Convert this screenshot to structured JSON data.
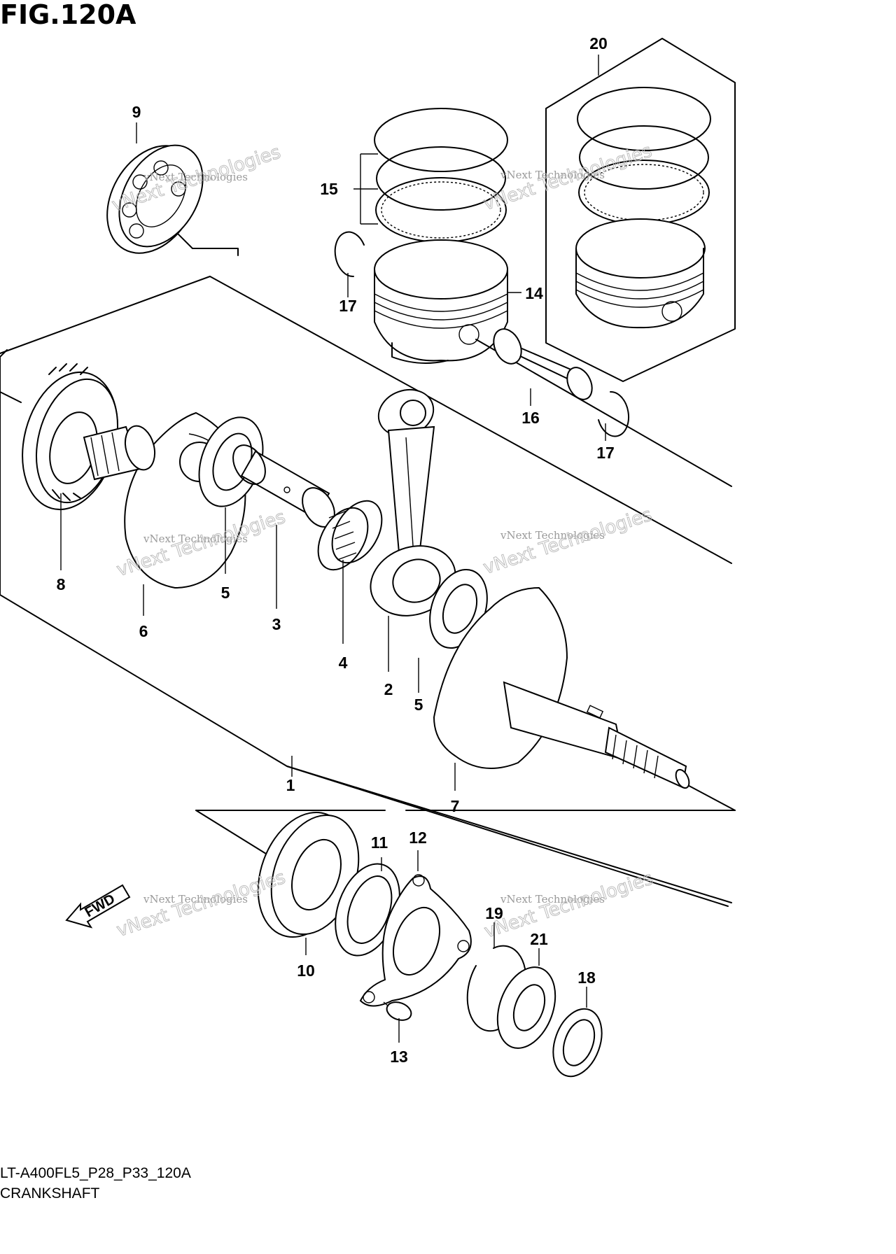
{
  "figure": {
    "title": "FIG.120A",
    "code": "LT-A400FL5_P28_P33_120A",
    "name": "CRANKSHAFT"
  },
  "direction_marker": {
    "label": "FWD"
  },
  "watermarks": [
    {
      "line1": "vNext Technologies",
      "line2": "vNext Technologies"
    },
    {
      "line1": "vNext Technologies",
      "line2": "vNext Technologies"
    },
    {
      "line1": "vNext Technologies",
      "line2": "vNext Technologies"
    },
    {
      "line1": "vNext Technologies",
      "line2": "vNext Technologies"
    },
    {
      "line1": "vNext Technologies",
      "line2": "vNext Technologies"
    },
    {
      "line1": "vNext Technologies",
      "line2": "vNext Technologies"
    }
  ],
  "callouts": [
    {
      "label": "1"
    },
    {
      "label": "2"
    },
    {
      "label": "3"
    },
    {
      "label": "4"
    },
    {
      "label": "5"
    },
    {
      "label": "5"
    },
    {
      "label": "6"
    },
    {
      "label": "7"
    },
    {
      "label": "8"
    },
    {
      "label": "9"
    },
    {
      "label": "10"
    },
    {
      "label": "11"
    },
    {
      "label": "12"
    },
    {
      "label": "13"
    },
    {
      "label": "14"
    },
    {
      "label": "15"
    },
    {
      "label": "16"
    },
    {
      "label": "17"
    },
    {
      "label": "17"
    },
    {
      "label": "18"
    },
    {
      "label": "19"
    },
    {
      "label": "20"
    },
    {
      "label": "21"
    }
  ]
}
